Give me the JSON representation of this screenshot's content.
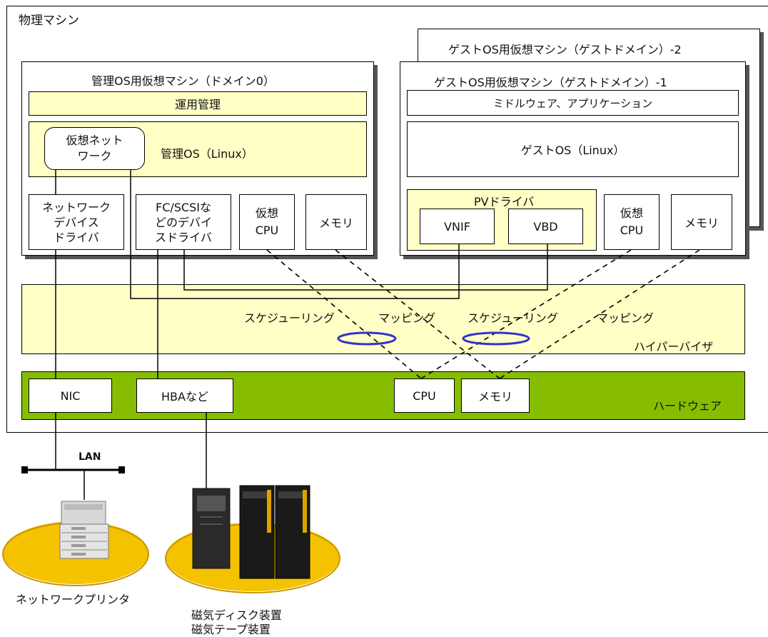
{
  "physical_machine": "物理マシン",
  "guest_vm_2": {
    "title": "ゲストOS用仮想マシン（ゲストドメイン）-2"
  },
  "mgmt_vm": {
    "title": "管理OS用仮想マシン（ドメイン0）",
    "ops": "運用管理",
    "vnet_line1": "仮想ネット",
    "vnet_line2": "ワーク",
    "os": "管理OS（Linux）",
    "netdrv": [
      "ネットワーク",
      "デバイス",
      "ドライバ"
    ],
    "devdrv": [
      "FC/SCSIな",
      "どのデバイ",
      "スドライバ"
    ],
    "vcpu": [
      "仮想",
      "CPU"
    ],
    "memory": "メモリ"
  },
  "guest_vm_1": {
    "title": "ゲストOS用仮想マシン（ゲストドメイン）-1",
    "middleware": "ミドルウェア、アプリケーション",
    "os": "ゲストOS（Linux）",
    "pv_driver": "PVドライバ",
    "vnif": "VNIF",
    "vbd": "VBD",
    "vcpu": [
      "仮想",
      "CPU"
    ],
    "memory": "メモリ"
  },
  "hypervisor": {
    "name": "ハイパーバイザ",
    "scheduling_1": "スケジューリング",
    "mapping_1": "マッピング",
    "scheduling_2": "スケジューリング",
    "mapping_2": "マッピング"
  },
  "hardware": {
    "name": "ハードウェア",
    "nic": "NIC",
    "hba": "HBAなど",
    "cpu": "CPU",
    "memory": "メモリ"
  },
  "lan": "LAN",
  "printer": "ネットワークプリンタ",
  "storage_line1": "磁気ディスク装置",
  "storage_line2": "磁気テープ装置",
  "colors": {
    "yellow": "#ffffc6",
    "green": "#86bd00",
    "ellipse_blue": "#3333cc",
    "pad_yellow": "#f5c200"
  }
}
